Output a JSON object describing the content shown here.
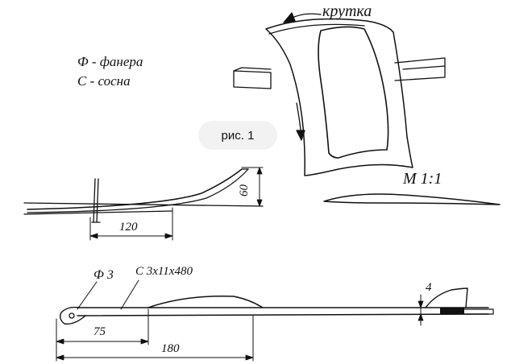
{
  "legend": {
    "line1": "Ф - фанера",
    "line2": "С - сосна"
  },
  "figure_label": "рис. 1",
  "twist_label": "крутка",
  "scale_label": "М 1:1",
  "dimensions": {
    "height_60": "60",
    "len_120": "120",
    "len_75": "75",
    "len_180": "180",
    "thick_4": "4"
  },
  "parts": {
    "plywood_part": "Ф 3",
    "pine_spar": "С 3х11х480"
  }
}
